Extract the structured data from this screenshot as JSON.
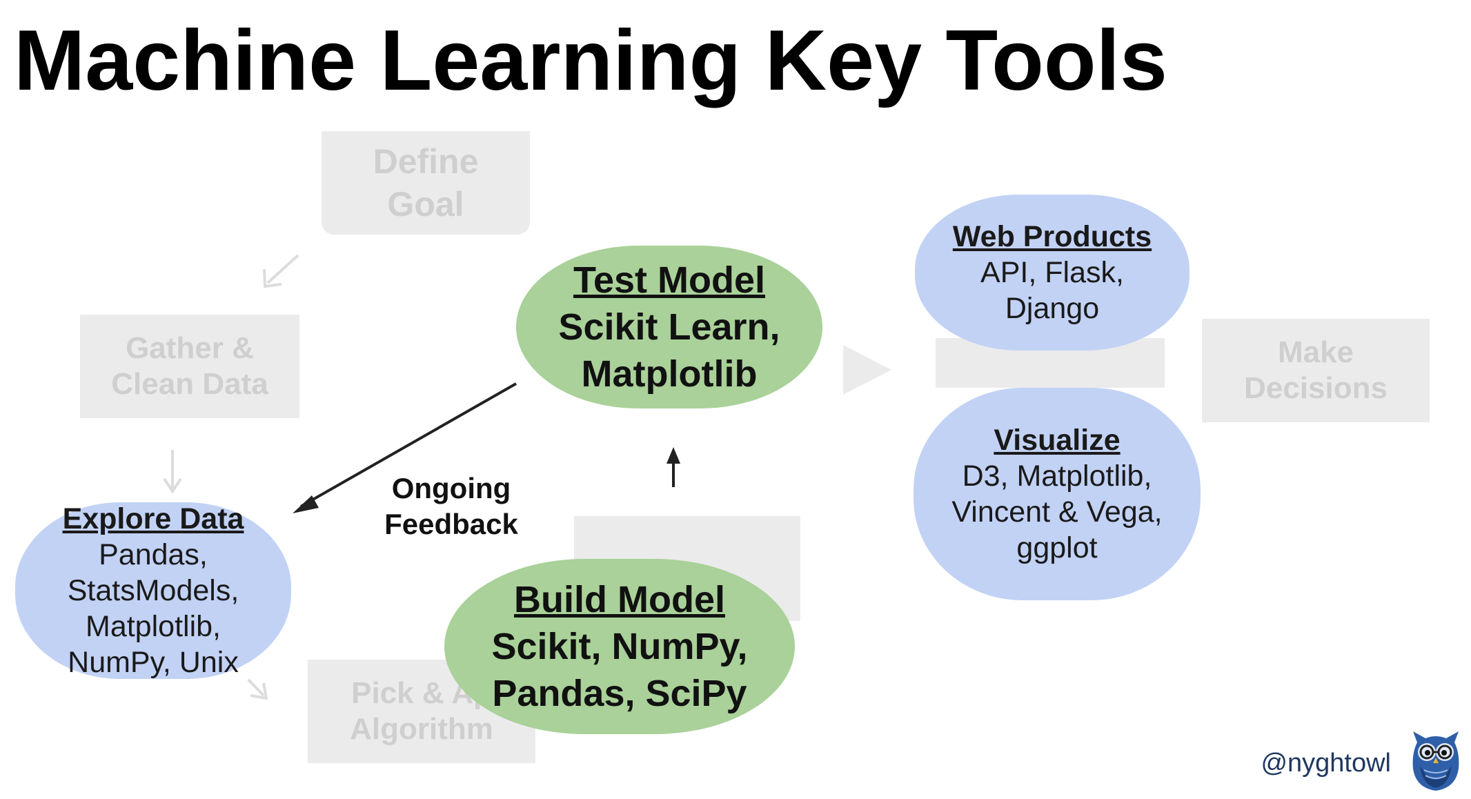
{
  "title": "Machine Learning Key Tools",
  "faded_steps": {
    "define_goal": [
      "Define",
      "Goal"
    ],
    "gather_clean": [
      "Gather &",
      "Clean Data"
    ],
    "pick_apply": [
      "Pick & Ap",
      "Algorithm"
    ],
    "make_decisions": [
      "Make",
      "Decisions"
    ]
  },
  "test_model": {
    "heading": "Test Model",
    "lines": [
      "Scikit Learn,",
      "Matplotlib"
    ]
  },
  "build_model": {
    "heading": "Build Model",
    "lines": [
      "Scikit, NumPy,",
      "Pandas, SciPy"
    ]
  },
  "explore_data": {
    "heading": "Explore Data",
    "lines": [
      "Pandas,",
      "StatsModels,",
      "Matplotlib,",
      "NumPy, Unix"
    ]
  },
  "web_products": {
    "heading": "Web Products",
    "lines": [
      "API, Flask,",
      "Django"
    ]
  },
  "visualize": {
    "heading": "Visualize",
    "lines": [
      "D3, Matplotlib,",
      "Vincent & Vega,",
      "ggplot"
    ]
  },
  "feedback_label": [
    "Ongoing",
    "Feedback"
  ],
  "handle": "@nyghtowl",
  "icons": {
    "logo": "owl-icon"
  },
  "colors": {
    "blue_node": "#c2d2f5",
    "green_node": "#a9d199",
    "faded_node": "#ebebeb",
    "faded_text": "#cfcfcf"
  }
}
